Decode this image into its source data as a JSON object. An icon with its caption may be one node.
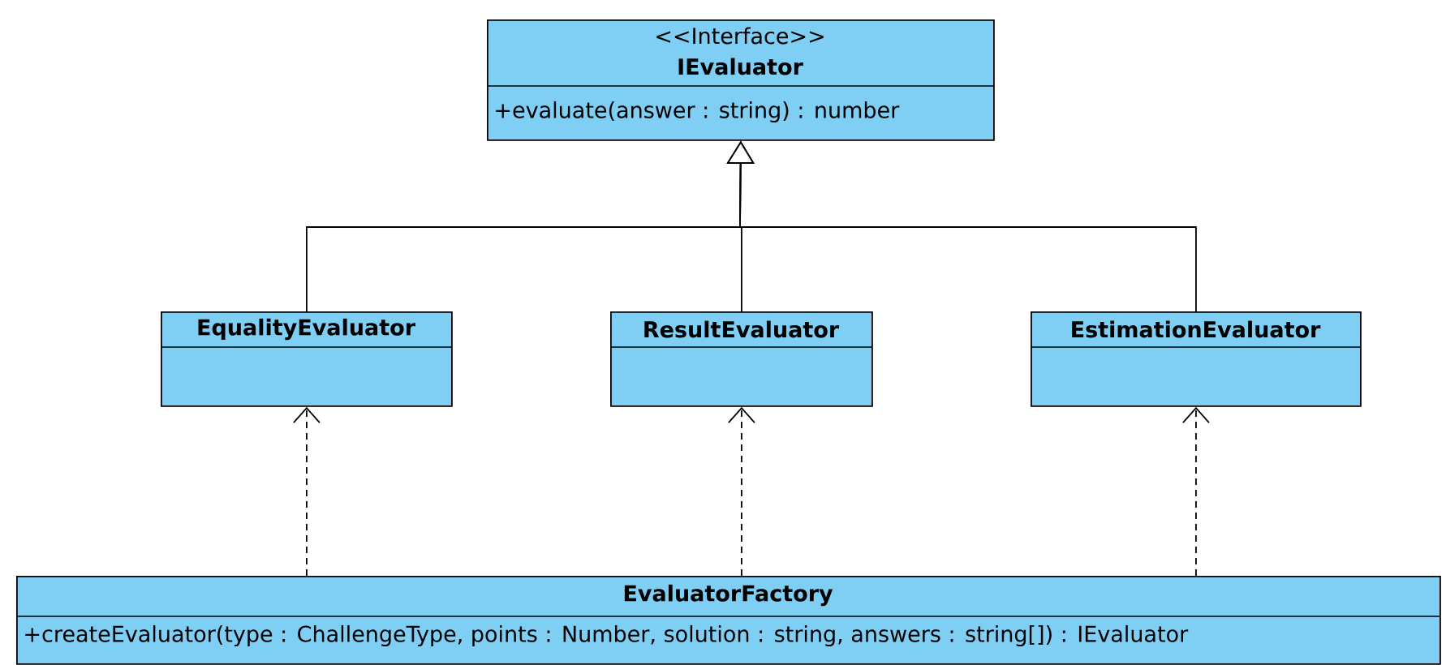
{
  "diagram": {
    "nodes": [
      {
        "text": [
          "<<Interface>>",
          "IEvaluator",
          "+evaluate(answer : string) : number"
        ]
      },
      {
        "text": [
          "EqualityEvaluator"
        ]
      },
      {
        "text": [
          "ResultEvaluator"
        ]
      },
      {
        "text": [
          "EstimationEvaluator"
        ]
      },
      {
        "text": [
          "EvaluatorFactory",
          "+createEvaluator(type : ChallengeType, points : Number, solution : string, answers : string[]) : IEvaluator"
        ]
      }
    ],
    "edges": [
      {
        "from": 1,
        "to": 0,
        "arrow": "to"
      },
      {
        "from": 2,
        "to": 0,
        "arrow": "to"
      },
      {
        "from": 3,
        "to": 0,
        "arrow": "to"
      },
      {
        "from": 4,
        "to": 1,
        "arrow": "to",
        "style": "dashed"
      },
      {
        "from": 4,
        "to": 2,
        "arrow": "to",
        "style": "dashed"
      },
      {
        "from": 4,
        "to": 3,
        "arrow": "to",
        "style": "dashed"
      }
    ]
  }
}
